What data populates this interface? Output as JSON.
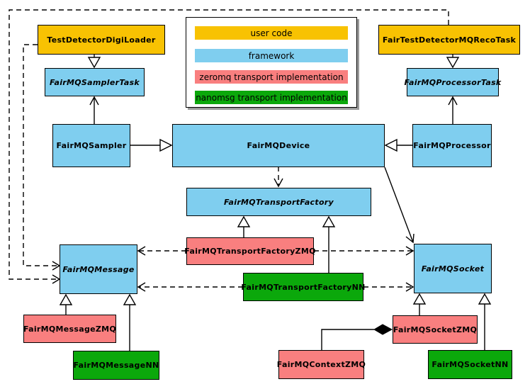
{
  "colors": {
    "user": "#F8C202",
    "framework": "#7FCEEF",
    "zeromq": "#F97F7F",
    "nanomsg": "#0BA80B",
    "border": "#000000",
    "background": "#FFFFFF",
    "legend_shadow": "#9A9A9A"
  },
  "diagram": {
    "legend": {
      "items": [
        {
          "label": "user code",
          "role": "user"
        },
        {
          "label": "framework",
          "role": "framework"
        },
        {
          "label": "zeromq transport implementation",
          "role": "zeromq"
        },
        {
          "label": "nanomsg transport implementation",
          "role": "nanomsg"
        }
      ]
    },
    "nodes": {
      "digiLoader": {
        "label": "TestDetectorDigiLoader",
        "role": "user",
        "abstract": false
      },
      "recoTask": {
        "label": "FairTestDetectorMQRecoTask",
        "role": "user",
        "abstract": false
      },
      "samplerTask": {
        "label": "FairMQSamplerTask",
        "role": "framework",
        "abstract": true
      },
      "processorTask": {
        "label": "FairMQProcessorTask",
        "role": "framework",
        "abstract": true
      },
      "sampler": {
        "label": "FairMQSampler",
        "role": "framework",
        "abstract": false
      },
      "device": {
        "label": "FairMQDevice",
        "role": "framework",
        "abstract": false
      },
      "processor": {
        "label": "FairMQProcessor",
        "role": "framework",
        "abstract": false
      },
      "transportFactory": {
        "label": "FairMQTransportFactory",
        "role": "framework",
        "abstract": true
      },
      "tfZmq": {
        "label": "FairMQTransportFactoryZMQ",
        "role": "zeromq",
        "abstract": false
      },
      "tfNn": {
        "label": "FairMQTransportFactoryNN",
        "role": "nanomsg",
        "abstract": false
      },
      "message": {
        "label": "FairMQMessage",
        "role": "framework",
        "abstract": true
      },
      "socket": {
        "label": "FairMQSocket",
        "role": "framework",
        "abstract": true
      },
      "messageZmq": {
        "label": "FairMQMessageZMQ",
        "role": "zeromq",
        "abstract": false
      },
      "messageNn": {
        "label": "FairMQMessageNN",
        "role": "nanomsg",
        "abstract": false
      },
      "contextZmq": {
        "label": "FairMQContextZMQ",
        "role": "zeromq",
        "abstract": false
      },
      "socketZmq": {
        "label": "FairMQSocketZMQ",
        "role": "zeromq",
        "abstract": false
      },
      "socketNn": {
        "label": "FairMQSocketNN",
        "role": "nanomsg",
        "abstract": false
      }
    },
    "edges": [
      {
        "from": "TestDetectorDigiLoader",
        "to": "FairMQSamplerTask",
        "type": "inheritance",
        "style": "solid"
      },
      {
        "from": "FairTestDetectorMQRecoTask",
        "to": "FairMQProcessorTask",
        "type": "inheritance",
        "style": "solid"
      },
      {
        "from": "FairMQSampler",
        "to": "FairMQSamplerTask",
        "type": "association",
        "style": "solid"
      },
      {
        "from": "FairMQProcessor",
        "to": "FairMQProcessorTask",
        "type": "association",
        "style": "solid"
      },
      {
        "from": "FairMQSampler",
        "to": "FairMQDevice",
        "type": "inheritance",
        "style": "solid"
      },
      {
        "from": "FairMQProcessor",
        "to": "FairMQDevice",
        "type": "inheritance",
        "style": "solid"
      },
      {
        "from": "FairMQDevice",
        "to": "FairMQTransportFactory",
        "type": "dependency",
        "style": "dashed"
      },
      {
        "from": "FairMQDevice",
        "to": "FairMQSocket",
        "type": "association",
        "style": "solid"
      },
      {
        "from": "FairMQTransportFactoryZMQ",
        "to": "FairMQTransportFactory",
        "type": "inheritance",
        "style": "solid"
      },
      {
        "from": "FairMQTransportFactoryNN",
        "to": "FairMQTransportFactory",
        "type": "inheritance",
        "style": "solid"
      },
      {
        "from": "TestDetectorDigiLoader",
        "to": "FairMQMessage",
        "type": "dependency",
        "style": "dashed"
      },
      {
        "from": "FairTestDetectorMQRecoTask",
        "to": "FairMQMessage",
        "type": "dependency",
        "style": "dashed"
      },
      {
        "from": "FairMQTransportFactoryZMQ",
        "to": "FairMQMessage",
        "type": "dependency",
        "style": "dashed"
      },
      {
        "from": "FairMQTransportFactoryNN",
        "to": "FairMQMessage",
        "type": "dependency",
        "style": "dashed"
      },
      {
        "from": "FairMQTransportFactoryZMQ",
        "to": "FairMQSocket",
        "type": "dependency",
        "style": "dashed"
      },
      {
        "from": "FairMQTransportFactoryNN",
        "to": "FairMQSocket",
        "type": "dependency",
        "style": "dashed"
      },
      {
        "from": "FairMQMessageZMQ",
        "to": "FairMQMessage",
        "type": "inheritance",
        "style": "solid"
      },
      {
        "from": "FairMQMessageNN",
        "to": "FairMQMessage",
        "type": "inheritance",
        "style": "solid"
      },
      {
        "from": "FairMQSocketZMQ",
        "to": "FairMQSocket",
        "type": "inheritance",
        "style": "solid"
      },
      {
        "from": "FairMQSocketNN",
        "to": "FairMQSocket",
        "type": "inheritance",
        "style": "solid"
      },
      {
        "from": "FairMQContextZMQ",
        "to": "FairMQSocketZMQ",
        "type": "composition",
        "style": "solid",
        "diamond_at": "FairMQSocketZMQ"
      }
    ]
  }
}
